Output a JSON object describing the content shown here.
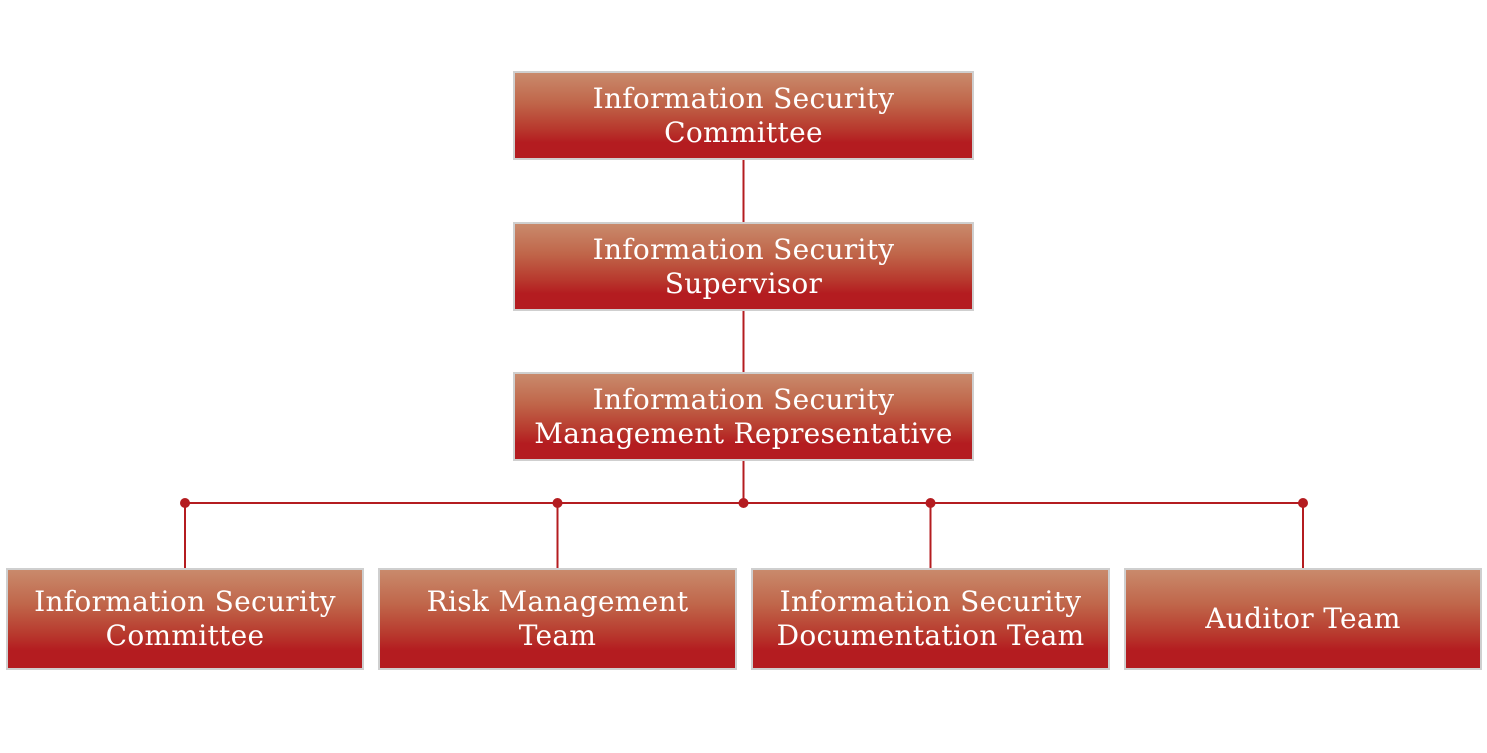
{
  "colors": {
    "line": "#b41c20",
    "box_top": "#c98a6c",
    "box_bottom": "#b41c20",
    "border": "#cfcfcf"
  },
  "nodes": [
    {
      "id": "committee-top",
      "lines": [
        "Information Security",
        "Committee"
      ]
    },
    {
      "id": "supervisor",
      "lines": [
        "Information Security",
        "Supervisor"
      ]
    },
    {
      "id": "mgmt-rep",
      "lines": [
        "Information Security",
        "Management Representative"
      ]
    },
    {
      "id": "committee",
      "lines": [
        "Information Security",
        "Committee"
      ]
    },
    {
      "id": "risk",
      "lines": [
        "Risk Management",
        "Team"
      ]
    },
    {
      "id": "documentation",
      "lines": [
        "Information Security",
        "Documentation Team"
      ]
    },
    {
      "id": "auditor",
      "lines": [
        "Auditor Team"
      ]
    }
  ]
}
